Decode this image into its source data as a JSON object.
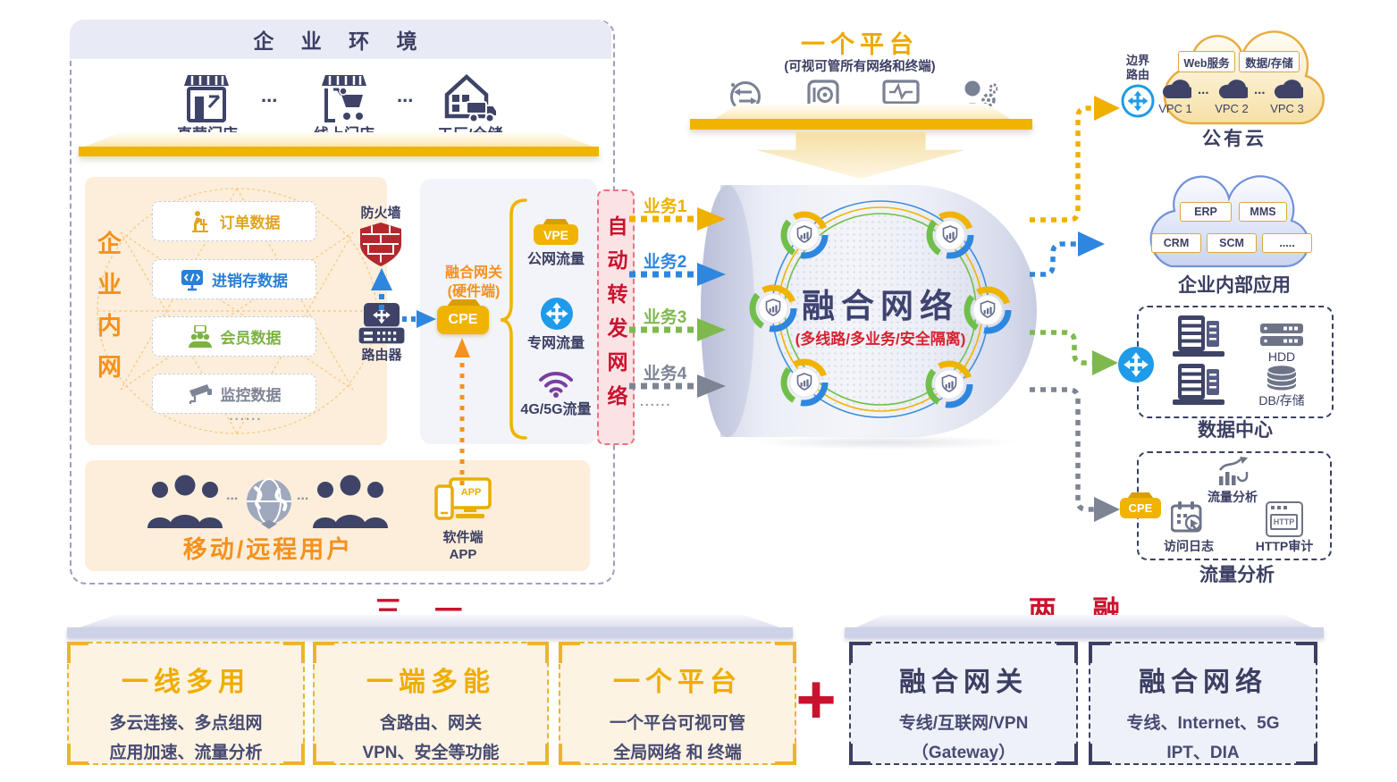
{
  "colors": {
    "gold": "#F0B400",
    "orange": "#F5911E",
    "red": "#C9132E",
    "navy": "#3B3F63",
    "blue": "#2E86DE",
    "green": "#7FB94E",
    "gray": "#7D8494",
    "purple": "#7B3FA0"
  },
  "enterprise_env": {
    "title": "企 业 环 境",
    "sites": [
      {
        "label": "直营门店",
        "icon": "storefront-icon"
      },
      {
        "label": "线上门店",
        "icon": "online-store-icon"
      },
      {
        "label": "工厂/仓储",
        "icon": "warehouse-truck-icon"
      }
    ],
    "dots": "..."
  },
  "intranet": {
    "side_label": "企业内网",
    "items": [
      {
        "label": "订单数据",
        "color": "#E2A41F",
        "icon": "order-data-icon"
      },
      {
        "label": "进销存数据",
        "color": "#2B7FD4",
        "icon": "inventory-data-icon"
      },
      {
        "label": "会员数据",
        "color": "#7CB342",
        "icon": "member-data-icon"
      },
      {
        "label": "监控数据",
        "color": "#7F8596",
        "icon": "camera-icon"
      }
    ],
    "ellipsis": "......"
  },
  "edge": {
    "firewall_label": "防火墙",
    "router_label": "路由器"
  },
  "hw_gateway": {
    "title_line1": "融合网关",
    "title_line2": "(硬件端)",
    "cpe_label": "CPE"
  },
  "traffic_types": [
    {
      "badge": "VPE",
      "label": "公网流量"
    },
    {
      "label": "专网流量"
    },
    {
      "label": "4G/5G流量"
    }
  ],
  "auto_forward": {
    "label": "自动转发网络"
  },
  "services": {
    "items": [
      {
        "label": "业务1",
        "color": "#EFB000"
      },
      {
        "label": "业务2",
        "color": "#2E86DE"
      },
      {
        "label": "业务3",
        "color": "#7FB94E"
      },
      {
        "label": "业务4",
        "color": "#7D8494"
      }
    ],
    "ellipsis": "......"
  },
  "platform_top": {
    "title": "一个平台",
    "subtitle": "(可视可管所有网络和终端)",
    "icons": [
      "transfer-icon",
      "vault-icon",
      "monitor-icon",
      "admin-icon"
    ]
  },
  "core_network": {
    "title": "融合网络",
    "subtitle": "(多线路/多业务/安全隔离)"
  },
  "public_cloud": {
    "edge_router_line1": "边界",
    "edge_router_line2": "路由",
    "tags": [
      "Web服务",
      "数据/存储"
    ],
    "vpcs": [
      "VPC 1",
      "VPC 2",
      "VPC 3"
    ],
    "dots": "...",
    "label": "公有云"
  },
  "internal_apps": {
    "row1": [
      "ERP",
      "MMS"
    ],
    "row2": [
      "CRM",
      "SCM",
      "....."
    ],
    "label": "企业内部应用"
  },
  "datacenter": {
    "hdd_label": "HDD",
    "db_label": "DB/存储",
    "label": "数据中心"
  },
  "traffic_analysis": {
    "cpe_label": "CPE",
    "chart_label": "流量分析",
    "log_label": "访问日志",
    "http_label": "HTTP审计",
    "http_badge": "HTTP",
    "label": "流量分析"
  },
  "mobile_users": {
    "label": "移动/远程用户",
    "dots": "...",
    "app_badge": "APP",
    "sw_line1": "软件端",
    "sw_line2": "APP"
  },
  "summary_left": {
    "title": "三 一",
    "cards": [
      {
        "title": "一线多用",
        "line1": "多云连接、多点组网",
        "line2": "应用加速、流量分析"
      },
      {
        "title": "一端多能",
        "line1": "含路由、网关",
        "line2": "VPN、安全等功能"
      },
      {
        "title": "一个平台",
        "line1": "一个平台可视可管",
        "line2": "全局网络 和 终端"
      }
    ]
  },
  "plus_sign": "+",
  "summary_right": {
    "title": "两 融",
    "cards": [
      {
        "title": "融合网关",
        "line1": "专线/互联网/VPN",
        "line2": "（Gateway）"
      },
      {
        "title": "融合网络",
        "line1": "专线、Internet、5G",
        "line2": "IPT、DIA"
      }
    ]
  }
}
